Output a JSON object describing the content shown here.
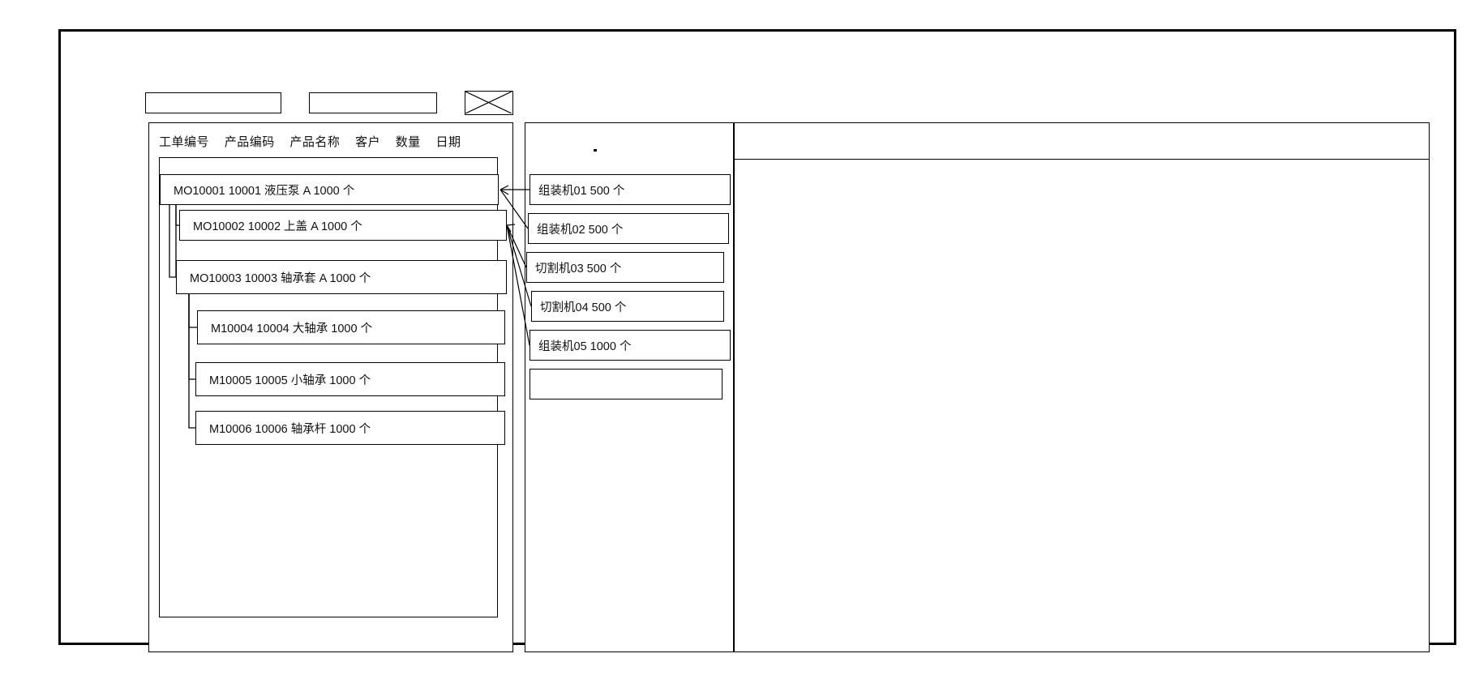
{
  "window": {
    "title": ""
  },
  "toolbar": {
    "field_one": "",
    "field_two": "",
    "image_placeholder": "crossed-box"
  },
  "left_panel": {
    "columns": [
      "工单编号",
      "产品编码",
      "产品名称",
      "客户",
      "数量",
      "日期"
    ],
    "tree_rows": [
      {
        "order_no": "MO10001",
        "product_code": "10001",
        "product_name": "液压泵",
        "customer": "A",
        "qty": "1000",
        "unit": "个",
        "level": 0,
        "text": "MO10001   10001   液压泵   A     1000 个"
      },
      {
        "order_no": "MO10002",
        "product_code": "10002",
        "product_name": "上盖",
        "customer": "A",
        "qty": "1000",
        "unit": "个",
        "level": 1,
        "text": "MO10002  10002   上盖   A   1000   个"
      },
      {
        "order_no": "MO10003",
        "product_code": "10003",
        "product_name": "轴承套",
        "customer": "A",
        "qty": "1000",
        "unit": "个",
        "level": 1,
        "text": "MO10003  10003   轴承套 A    1000   个"
      },
      {
        "order_no": "M10004",
        "product_code": "10004",
        "product_name": "大轴承",
        "customer": "",
        "qty": "1000",
        "unit": "个",
        "level": 2,
        "text": "M10004 10004  大轴承   1000   个"
      },
      {
        "order_no": "M10005",
        "product_code": "10005",
        "product_name": "小轴承",
        "customer": "",
        "qty": "1000",
        "unit": "个",
        "level": 2,
        "text": "M10005  10005  小轴承  1000   个"
      },
      {
        "order_no": "M10006",
        "product_code": "10006",
        "product_name": "轴承杆",
        "customer": "",
        "qty": "1000",
        "unit": "个",
        "level": 2,
        "text": "M10006  10006  轴承杆  1000   个"
      }
    ]
  },
  "middle_panel": {
    "machines": [
      {
        "name": "组装机01",
        "qty": "500",
        "unit": "个",
        "text": "组装机01     500  个"
      },
      {
        "name": "组装机02",
        "qty": "500",
        "unit": "个",
        "text": "组装机02     500   个"
      },
      {
        "name": "切割机03",
        "qty": "500",
        "unit": "个",
        "text": "切割机03    500   个"
      },
      {
        "name": "切割机04",
        "qty": "500",
        "unit": "个",
        "text": "切割机04   500  个"
      },
      {
        "name": "组装机05",
        "qty": "1000",
        "unit": "个",
        "text": "组装机05   1000 个"
      },
      {
        "name": "",
        "qty": "",
        "unit": "",
        "text": ""
      }
    ]
  },
  "right_panel": {
    "header_text": "",
    "body_text": ""
  },
  "colors": {
    "border": "#000000",
    "background": "#ffffff",
    "text": "#111111"
  }
}
